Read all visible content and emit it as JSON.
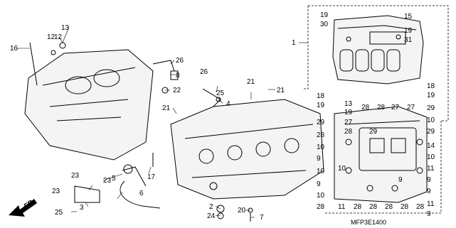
{
  "diagram": {
    "diagram_code": "MFP3E1400",
    "direction_label": "FR.",
    "part_numbers": [
      "1",
      "2",
      "3",
      "4",
      "5",
      "6",
      "7",
      "8",
      "9",
      "10",
      "11",
      "12",
      "13",
      "14",
      "15",
      "16",
      "17",
      "18",
      "19",
      "20",
      "21",
      "22",
      "23",
      "24",
      "25",
      "26",
      "27",
      "28",
      "29",
      "30",
      "31"
    ]
  },
  "callouts": [
    "19",
    "30",
    "15",
    "19",
    "31",
    "1",
    "12",
    "16",
    "13",
    "26",
    "8",
    "22",
    "26",
    "25",
    "4",
    "21",
    "21",
    "21",
    "18",
    "19",
    "13",
    "19",
    "18",
    "19",
    "28",
    "28",
    "27",
    "27",
    "29",
    "10",
    "29",
    "29",
    "28",
    "27",
    "29",
    "28",
    "10",
    "14",
    "10",
    "9",
    "10",
    "10",
    "11",
    "9",
    "9",
    "9",
    "10",
    "11",
    "9",
    "28",
    "11",
    "28",
    "28",
    "28",
    "28",
    "28",
    "9",
    "17",
    "23",
    "23",
    "23",
    "3",
    "25",
    "6",
    "5",
    "2",
    "24",
    "20",
    "7",
    "12"
  ]
}
